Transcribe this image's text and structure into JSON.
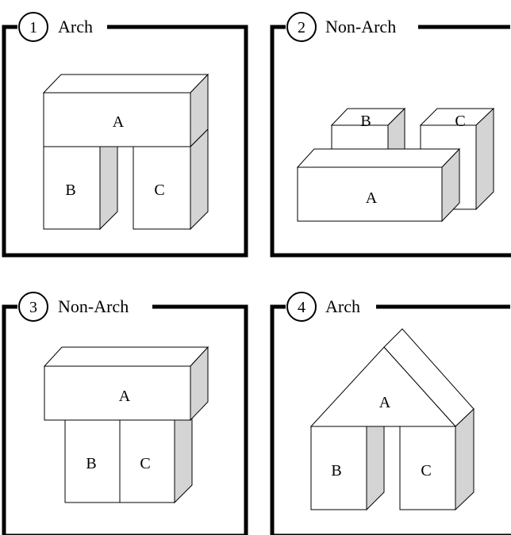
{
  "panels": [
    {
      "number": "1",
      "label": "Arch",
      "blocks": {
        "a": "A",
        "b": "B",
        "c": "C"
      }
    },
    {
      "number": "2",
      "label": "Non-Arch",
      "blocks": {
        "a": "A",
        "b": "B",
        "c": "C"
      }
    },
    {
      "number": "3",
      "label": "Non-Arch",
      "blocks": {
        "a": "A",
        "b": "B",
        "c": "C"
      }
    },
    {
      "number": "4",
      "label": "Arch",
      "blocks": {
        "a": "A",
        "b": "B",
        "c": "C"
      }
    }
  ],
  "colors": {
    "line": "#000000",
    "face": "#ffffff",
    "shade": "#d4d4d4"
  }
}
